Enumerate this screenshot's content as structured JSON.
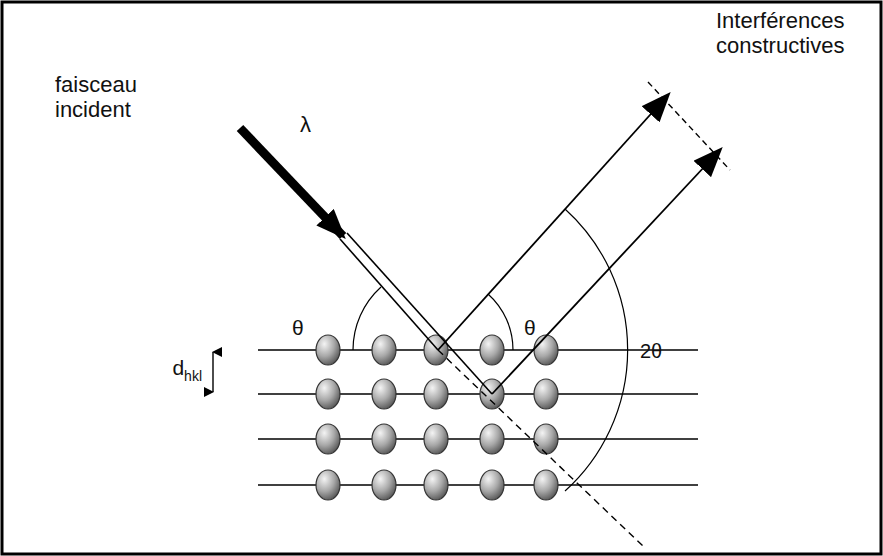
{
  "diagram": {
    "labels": [
      "faisceau incident",
      "λ",
      "Interférences constructives",
      "θ",
      "θ",
      "2θ",
      "d",
      "hkl"
    ]
  }
}
